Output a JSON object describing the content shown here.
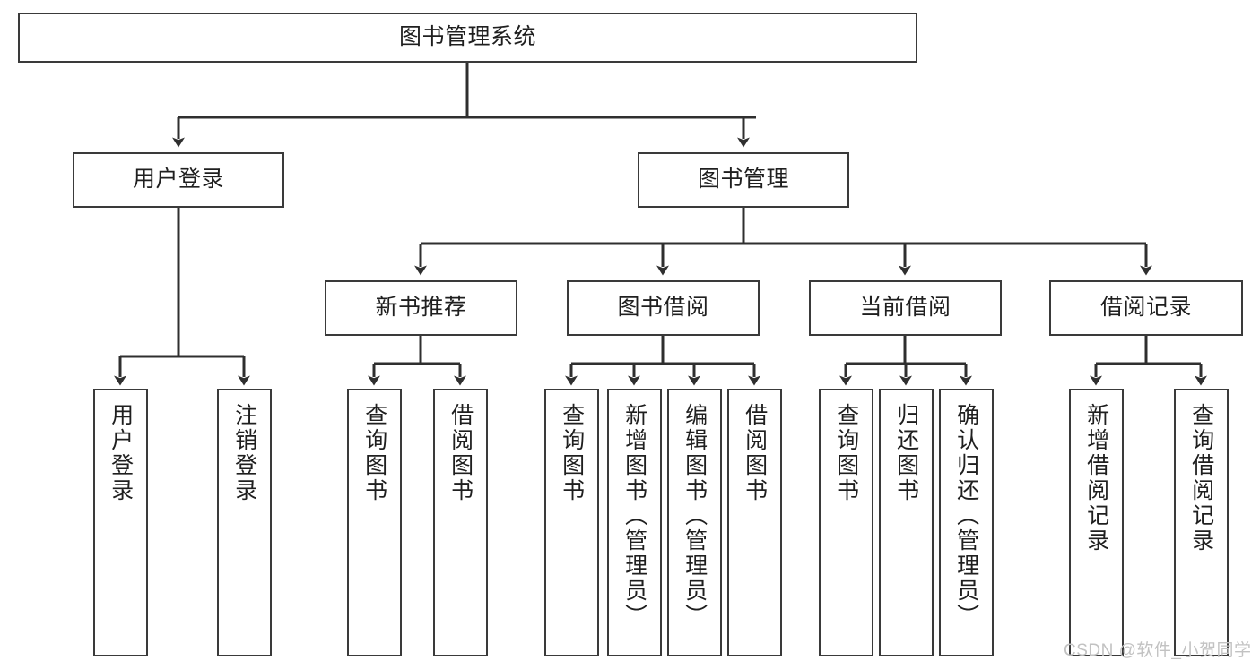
{
  "diagram": {
    "title": "图书管理系统",
    "type": "tree-hierarchy-chart",
    "root": {
      "id": "root",
      "label": "图书管理系统"
    },
    "level1": [
      {
        "id": "user-login",
        "label": "用户登录"
      },
      {
        "id": "book-manage",
        "label": "图书管理"
      }
    ],
    "level2": [
      {
        "id": "new-book-rec",
        "label": "新书推荐",
        "parent": "book-manage"
      },
      {
        "id": "book-borrow",
        "label": "图书借阅",
        "parent": "book-manage"
      },
      {
        "id": "current-borrow",
        "label": "当前借阅",
        "parent": "book-manage"
      },
      {
        "id": "borrow-record",
        "label": "借阅记录",
        "parent": "book-manage"
      }
    ],
    "leaves": [
      {
        "id": "leaf-user-login",
        "label": "用户登录",
        "parent": "user-login"
      },
      {
        "id": "leaf-logout",
        "label": "注销登录",
        "parent": "user-login"
      },
      {
        "id": "leaf-query-book-1",
        "label": "查询图书",
        "parent": "new-book-rec"
      },
      {
        "id": "leaf-borrow-book-1",
        "label": "借阅图书",
        "parent": "new-book-rec"
      },
      {
        "id": "leaf-query-book-2",
        "label": "查询图书",
        "parent": "book-borrow"
      },
      {
        "id": "leaf-add-book",
        "label": "新增图书（管理员）",
        "parent": "book-borrow"
      },
      {
        "id": "leaf-edit-book",
        "label": "编辑图书（管理员）",
        "parent": "book-borrow"
      },
      {
        "id": "leaf-borrow-book-2",
        "label": "借阅图书",
        "parent": "book-borrow"
      },
      {
        "id": "leaf-query-book-3",
        "label": "查询图书",
        "parent": "current-borrow"
      },
      {
        "id": "leaf-return-book",
        "label": "归还图书",
        "parent": "current-borrow"
      },
      {
        "id": "leaf-confirm-return",
        "label": "确认归还（管理员）",
        "parent": "current-borrow"
      },
      {
        "id": "leaf-add-record",
        "label": "新增借阅记录",
        "parent": "borrow-record"
      },
      {
        "id": "leaf-query-record",
        "label": "查询借阅记录",
        "parent": "borrow-record"
      }
    ]
  },
  "watermark": {
    "text": "CSDN @软件_小贺同学"
  },
  "colors": {
    "box_border": "#3a3a3a",
    "box_fill": "#ffffff",
    "text": "#1f1f1f",
    "edge": "#2f2f2f",
    "watermark": "#c2c2c2",
    "background": "#ffffff"
  }
}
